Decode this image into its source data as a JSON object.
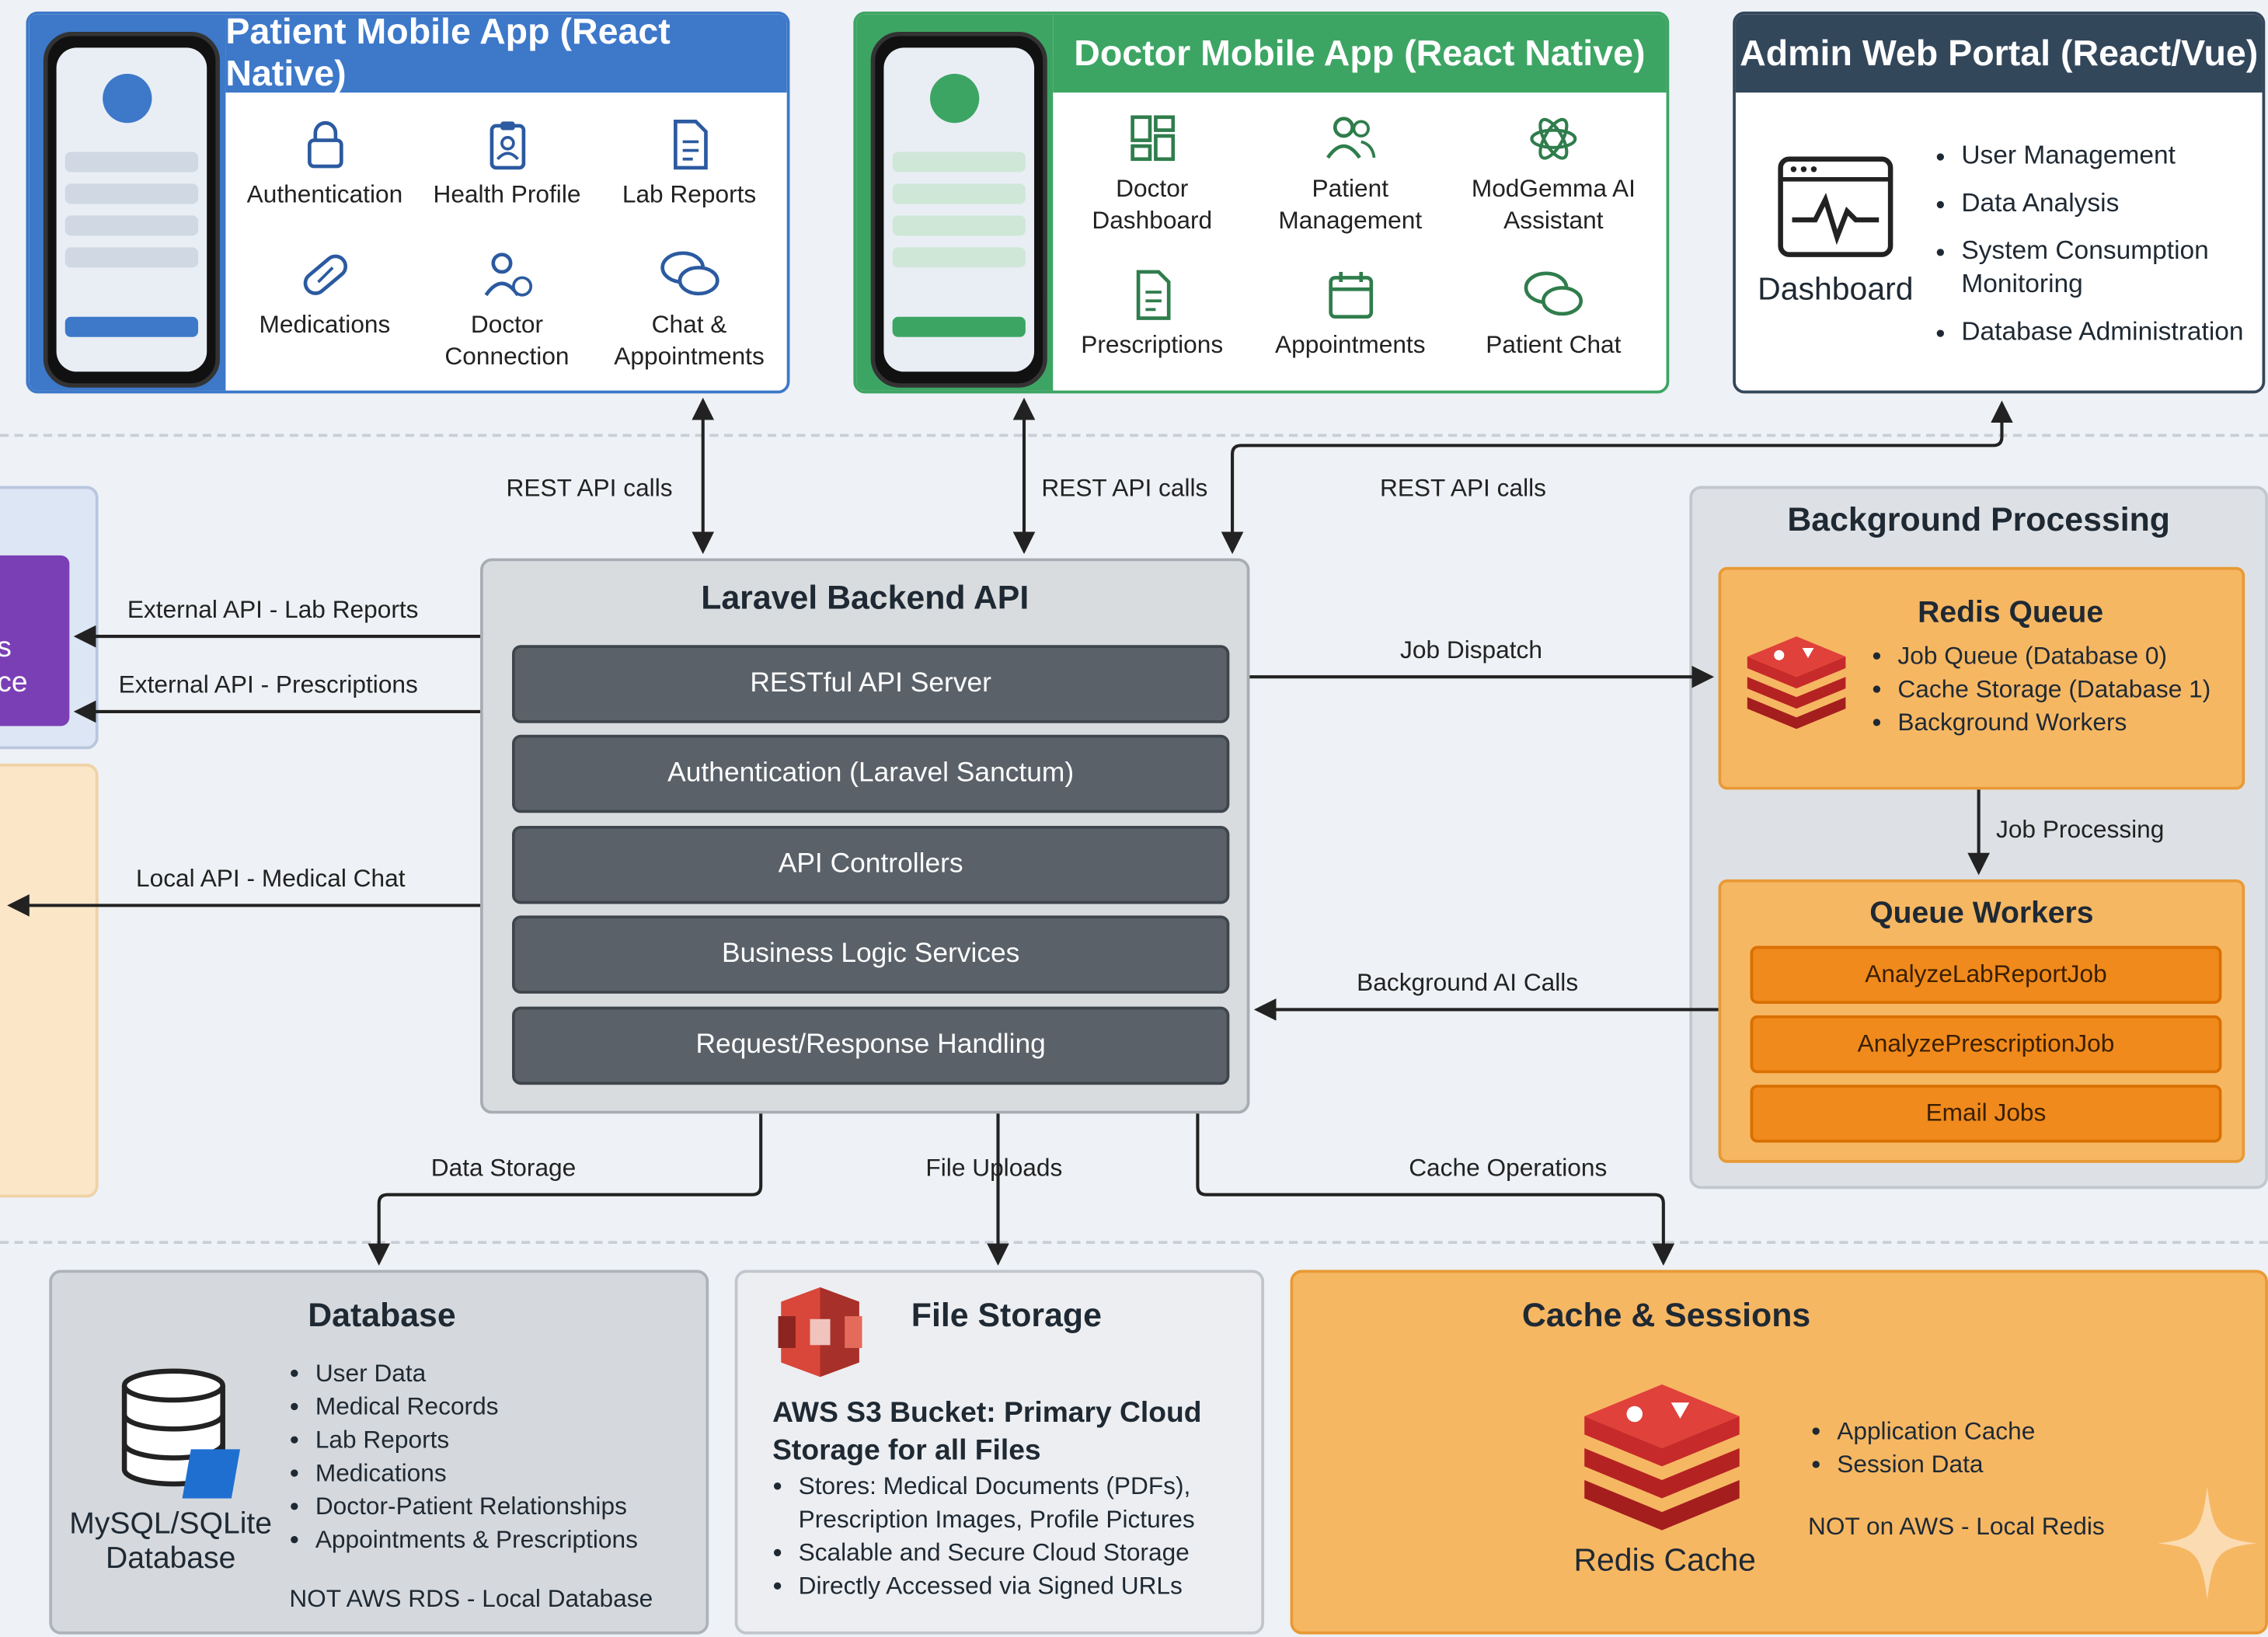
{
  "patient_app": {
    "title": "Patient Mobile App (React Native)",
    "accent": "#3d78c9",
    "features": [
      {
        "label": "Authentication",
        "icon": "lock-icon"
      },
      {
        "label": "Health Profile",
        "icon": "clipboard-icon"
      },
      {
        "label": "Lab Reports",
        "icon": "document-icon"
      },
      {
        "label": "Medications",
        "icon": "pill-icon"
      },
      {
        "label": "Doctor Connection",
        "icon": "user-link-icon"
      },
      {
        "label": "Chat & Appointments",
        "icon": "chat-icon"
      }
    ]
  },
  "doctor_app": {
    "title": "Doctor Mobile App (React Native)",
    "accent": "#3da564",
    "features": [
      {
        "label": "Doctor Dashboard",
        "icon": "dashboard-icon"
      },
      {
        "label": "Patient Management",
        "icon": "users-icon"
      },
      {
        "label": "ModGemma AI Assistant",
        "icon": "ai-icon"
      },
      {
        "label": "Prescriptions",
        "icon": "document-icon"
      },
      {
        "label": "Appointments",
        "icon": "calendar-icon"
      },
      {
        "label": "Patient Chat",
        "icon": "chat-icon"
      }
    ]
  },
  "admin_portal": {
    "title": "Admin Web Portal (React/Vue)",
    "accent": "#33475b",
    "dashboard_label": "Dashboard",
    "items": [
      "User Management",
      "Data Analysis",
      "System Consumption Monitoring",
      "Database Administration"
    ]
  },
  "connectors": {
    "rest_patient": "REST API calls",
    "rest_doctor": "REST API calls",
    "rest_admin": "REST API calls",
    "ext_lab": "External API - Lab Reports",
    "ext_rx": "External API - Prescriptions",
    "local_chat": "Local API - Medical Chat",
    "job_dispatch": "Job Dispatch",
    "job_processing": "Job Processing",
    "bg_ai": "Background AI Calls",
    "data_storage": "Data Storage",
    "file_uploads": "File Uploads",
    "cache_ops": "Cache Operations"
  },
  "left_stub": {
    "text_a": "s",
    "text_b": "ce"
  },
  "backend": {
    "title": "Laravel Backend API",
    "layers": [
      "RESTful API Server",
      "Authentication (Laravel Sanctum)",
      "API Controllers",
      "Business Logic Services",
      "Request/Response Handling"
    ]
  },
  "background": {
    "title": "Background Processing",
    "redis_queue": {
      "title": "Redis Queue",
      "items": [
        "Job Queue (Database 0)",
        "Cache Storage (Database 1)",
        "Background Workers"
      ]
    },
    "workers": {
      "title": "Queue Workers",
      "jobs": [
        "AnalyzeLabReportJob",
        "AnalyzePrescriptionJob",
        "Email Jobs"
      ]
    }
  },
  "database": {
    "title": "Database",
    "db_label": "MySQL/SQLite Database",
    "items": [
      "User Data",
      "Medical Records",
      "Lab Reports",
      "Medications",
      "Doctor-Patient Relationships",
      "Appointments & Prescriptions"
    ],
    "note": "NOT AWS RDS - Local Database"
  },
  "file_storage": {
    "title": "File Storage",
    "subtitle": "AWS S3 Bucket: Primary Cloud Storage for all Files",
    "items": [
      "Stores: Medical Documents (PDFs), Prescription Images, Profile Pictures",
      "Scalable and Secure Cloud Storage",
      "Directly Accessed via Signed URLs"
    ]
  },
  "cache": {
    "title": "Cache & Sessions",
    "icon_label": "Redis Cache",
    "items": [
      "Application Cache",
      "Session Data"
    ],
    "note": "NOT on AWS - Local Redis"
  }
}
